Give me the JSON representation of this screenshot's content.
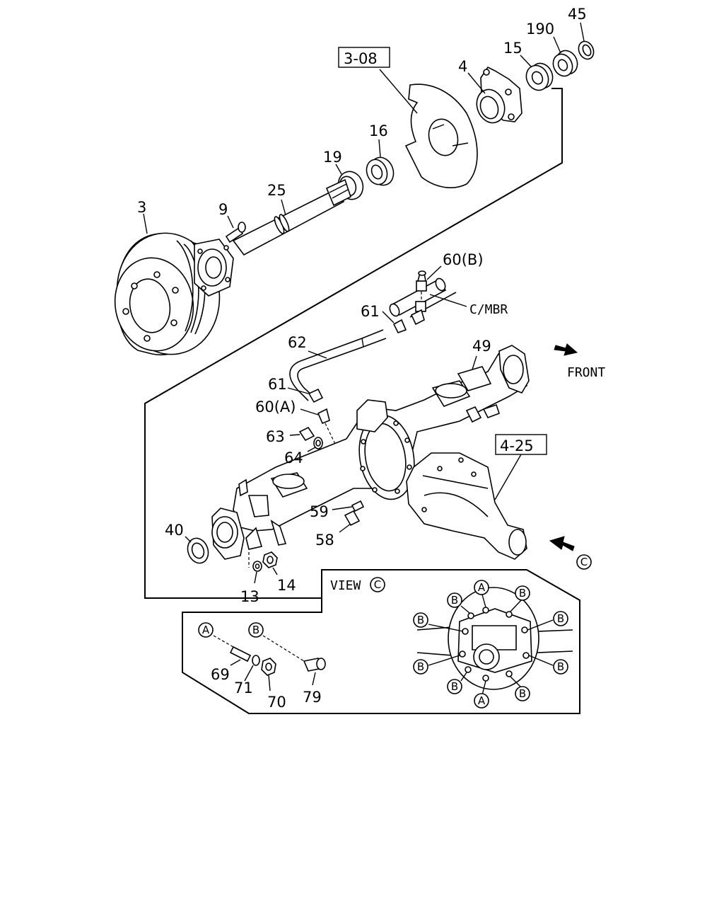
{
  "labels": {
    "p45": "45",
    "p190": "190",
    "p15": "15",
    "p4": "4",
    "ref308": "3-08",
    "p16": "16",
    "p19": "19",
    "p25": "25",
    "p3": "3",
    "p9": "9",
    "p60b": "60(B)",
    "cmbr": "C/MBR",
    "p61a": "61",
    "p62": "62",
    "p49": "49",
    "front": "FRONT",
    "p61b": "61",
    "p60a": "60(A)",
    "p63": "63",
    "p64": "64",
    "ref425": "4-25",
    "p59": "59",
    "p58": "58",
    "p40": "40",
    "p13": "13",
    "p14": "14",
    "view": "VIEW",
    "c": "C",
    "p69": "69",
    "p71": "71",
    "p70": "70",
    "p79": "79",
    "a": "A",
    "b": "B"
  }
}
